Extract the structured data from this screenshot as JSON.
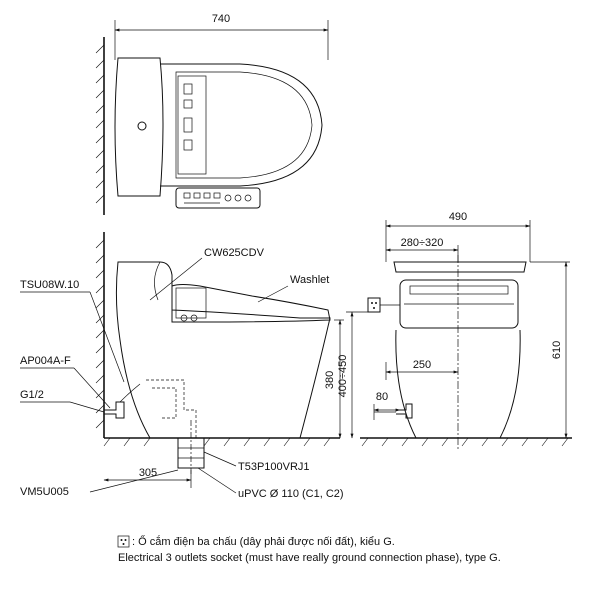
{
  "top_view": {
    "width_dim": "740"
  },
  "side_view": {
    "labels": {
      "seat": "CW625CDV",
      "washlet": "Washlet",
      "tank_fitting": "TSU08W.10",
      "angle_valve": "AP004A-F",
      "inlet": "G1/2",
      "flange": "VM5U005",
      "pipe_adapter": "T53P100VRJ1",
      "drain": "uPVC Ø 110 (C1, C2)"
    },
    "dims": {
      "seat_height": "380",
      "inlet_height": "400÷450",
      "rough_in": "305"
    }
  },
  "front_view": {
    "dims": {
      "width": "490",
      "socket_offset": "280÷320",
      "bowl_half": "250",
      "total_height": "610",
      "inlet_height": "80"
    }
  },
  "note": {
    "line1": ": Ổ cắm điện ba chấu (dây phải được nối đất), kiểu G.",
    "line2": "Electrical 3 outlets socket (must have really ground connection phase), type G."
  }
}
